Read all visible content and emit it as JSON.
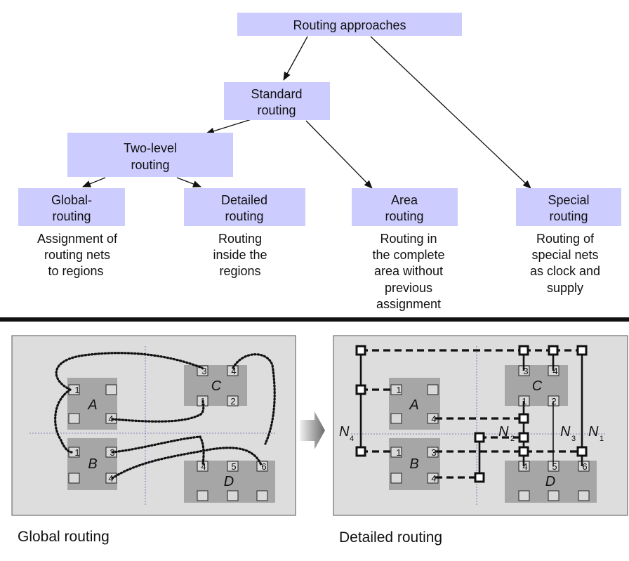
{
  "hierarchy": {
    "root": "Routing approaches",
    "standard": [
      "Standard",
      "routing"
    ],
    "twolevel": [
      "Two-level",
      "routing"
    ],
    "global": [
      "Global-",
      "routing"
    ],
    "detailed": [
      "Detailed",
      "routing"
    ],
    "area": [
      "Area",
      "routing"
    ],
    "special": [
      "Special",
      "routing"
    ]
  },
  "descriptions": {
    "global": [
      "Assignment of",
      "routing nets",
      "to regions"
    ],
    "detailed": [
      "Routing",
      "inside the",
      "regions"
    ],
    "area": [
      "Routing in",
      "the complete",
      "area without",
      "previous",
      "assignment"
    ],
    "special": [
      "Routing of",
      "special nets",
      "as clock and",
      "supply"
    ]
  },
  "blocks": {
    "a": "A",
    "b": "B",
    "c": "C",
    "d": "D"
  },
  "pins": [
    "1",
    "2",
    "3",
    "4",
    "5",
    "6"
  ],
  "nets": {
    "n": "N",
    "sub1": "1",
    "sub2": "2",
    "sub3": "3",
    "sub4": "4"
  },
  "captions": {
    "global": "Global routing",
    "detailed": "Detailed routing"
  },
  "colors": {
    "box": "#ccccff",
    "panel": "#dddddd",
    "block": "#a6a6a6",
    "divider": "#111111"
  },
  "icons": {
    "arrow": "right-arrow-icon"
  }
}
